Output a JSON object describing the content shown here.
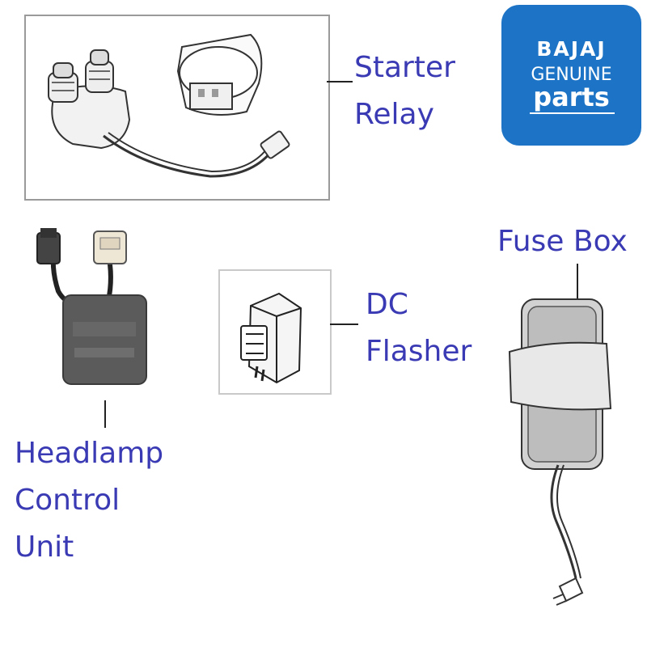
{
  "labels": {
    "starter_relay": "Starter\nRelay",
    "fuse_box": "Fuse Box",
    "dc_flasher": "DC\nFlasher",
    "headlamp_control_unit": "Headlamp\nControl\nUnit"
  },
  "logo": {
    "brand": "BAJAJ",
    "line2": "GENUINE",
    "line3": "parts",
    "background": "#1d74c6",
    "text_color": "#ffffff"
  },
  "colors": {
    "label": "#3a3ab4"
  }
}
